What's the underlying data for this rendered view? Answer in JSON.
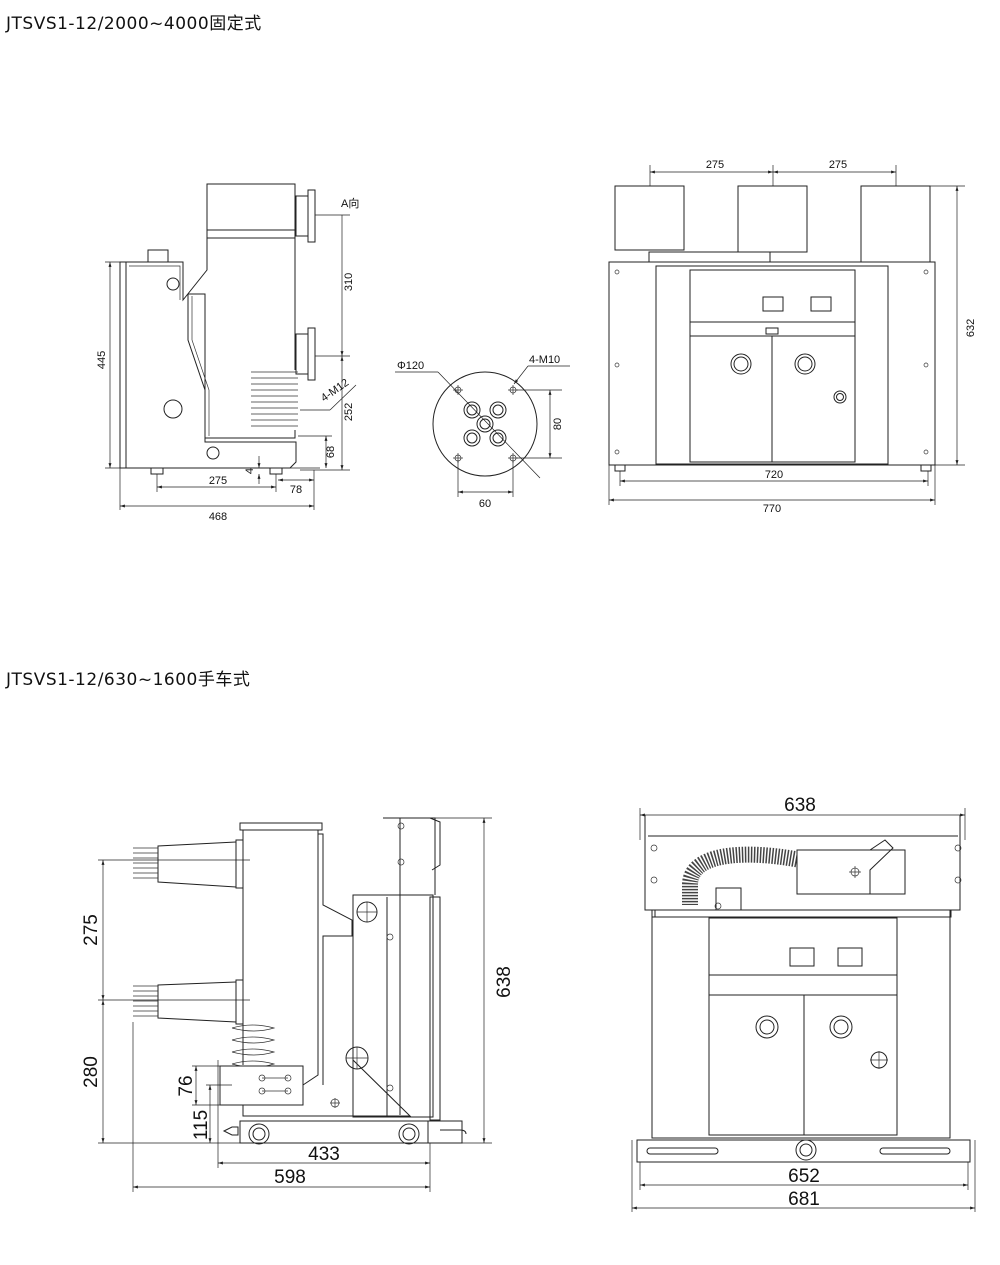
{
  "sections": [
    {
      "title": "JTSVS1-12/2000~4000固定式"
    },
    {
      "title": "JTSVS1-12/630~1600手车式"
    }
  ],
  "fixed": {
    "side_view": {
      "dims": {
        "height": "445",
        "upper": "310",
        "lower": "252",
        "base": "68",
        "gap": "4",
        "feet": "275",
        "offset": "78",
        "depth": "468"
      },
      "bolt_label": "4-M12",
      "direction_label": "A向"
    },
    "terminal_view": {
      "diameter": "Φ120",
      "bolt_label": "4-M10",
      "vertical": "80",
      "horizontal": "60"
    },
    "front_view": {
      "dims": {
        "pitch1": "275",
        "pitch2": "275",
        "height": "632",
        "inner_width": "720",
        "width": "770"
      }
    }
  },
  "truck": {
    "side_view": {
      "dims": {
        "pitch": "275",
        "lower": "280",
        "height": "638",
        "box": "76",
        "base": "115",
        "wheels": "433",
        "depth": "598"
      }
    },
    "front_view": {
      "dims": {
        "top": "638",
        "inner": "652",
        "outer": "681"
      }
    }
  }
}
